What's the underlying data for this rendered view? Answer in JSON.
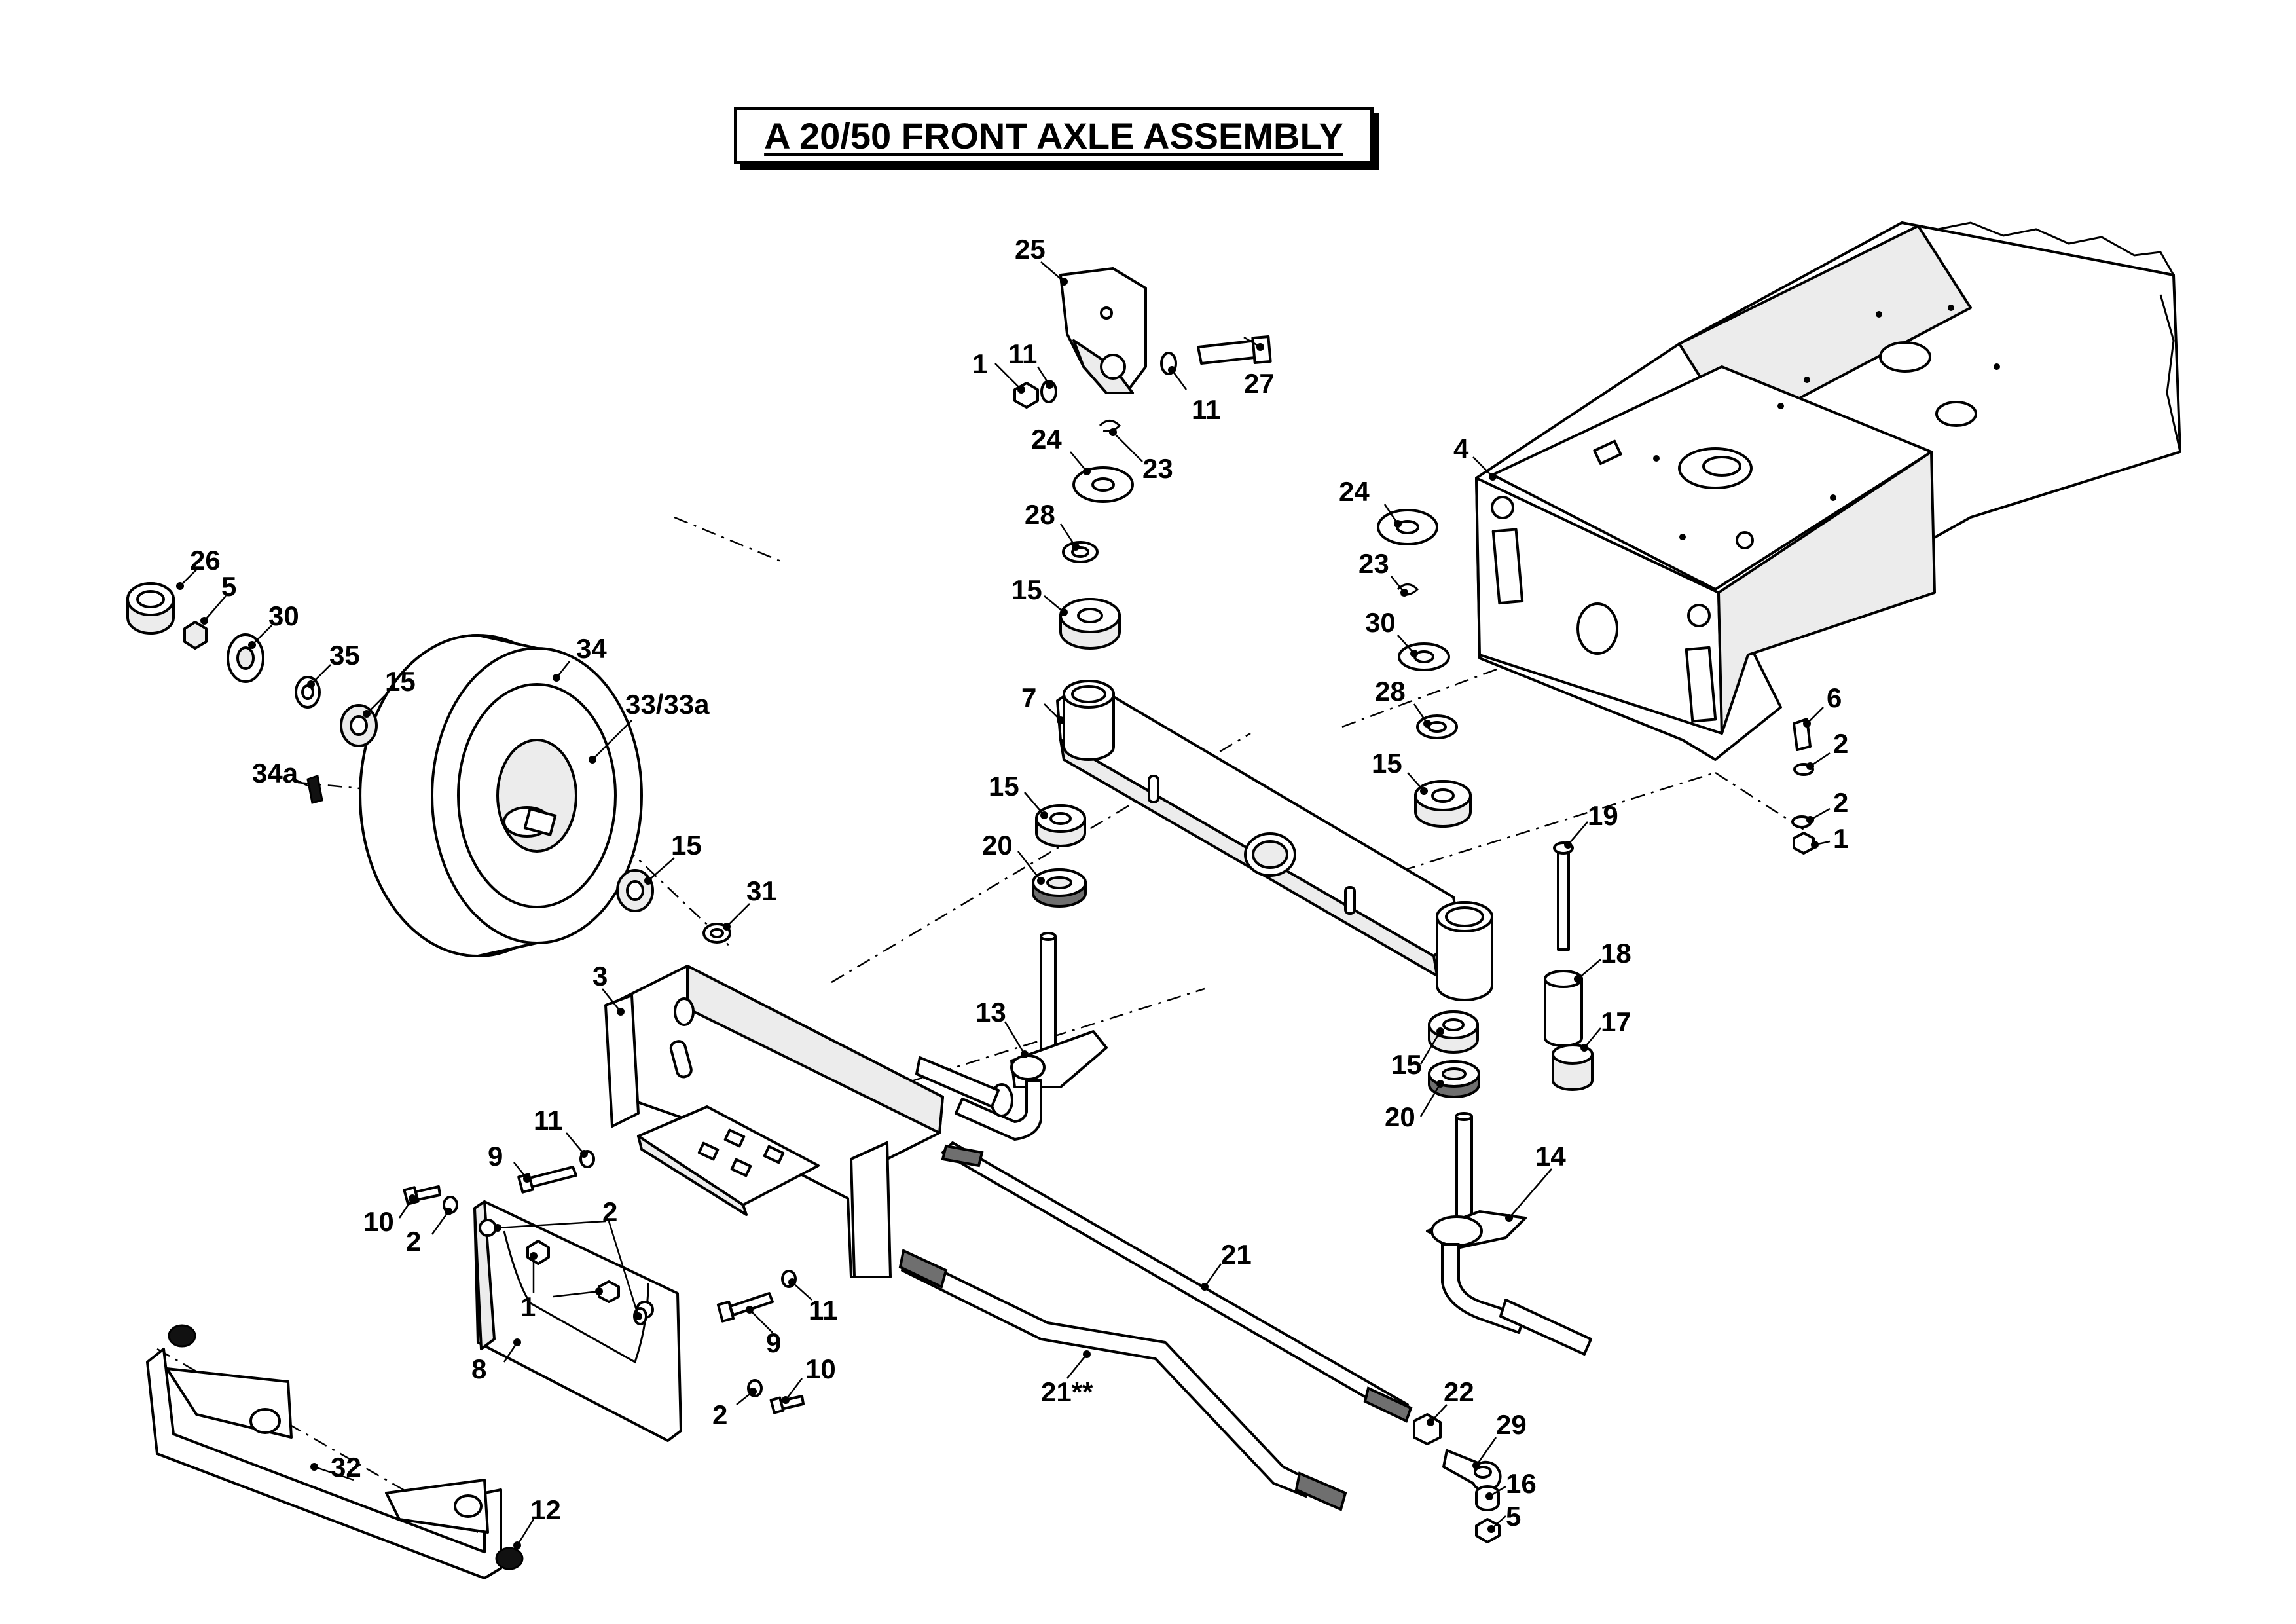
{
  "title": "A 20/50 FRONT AXLE ASSEMBLY",
  "callouts": [
    {
      "id": "c-25",
      "label": "25"
    },
    {
      "id": "c-1-top",
      "label": "1"
    },
    {
      "id": "c-11-top-left",
      "label": "11"
    },
    {
      "id": "c-11-top-right",
      "label": "11"
    },
    {
      "id": "c-27",
      "label": "27"
    },
    {
      "id": "c-24-left",
      "label": "24"
    },
    {
      "id": "c-23-left",
      "label": "23"
    },
    {
      "id": "c-28-left",
      "label": "28"
    },
    {
      "id": "c-15-pivot-top",
      "label": "15"
    },
    {
      "id": "c-7",
      "label": "7"
    },
    {
      "id": "c-15-axle-left",
      "label": "15"
    },
    {
      "id": "c-20-left",
      "label": "20"
    },
    {
      "id": "c-13",
      "label": "13"
    },
    {
      "id": "c-15-axle-right",
      "label": "15"
    },
    {
      "id": "c-20-right",
      "label": "20"
    },
    {
      "id": "c-14",
      "label": "14"
    },
    {
      "id": "c-4",
      "label": "4"
    },
    {
      "id": "c-24-right",
      "label": "24"
    },
    {
      "id": "c-23-right",
      "label": "23"
    },
    {
      "id": "c-30-right",
      "label": "30"
    },
    {
      "id": "c-28-right",
      "label": "28"
    },
    {
      "id": "c-15-right",
      "label": "15"
    },
    {
      "id": "c-6",
      "label": "6"
    },
    {
      "id": "c-2-right-top",
      "label": "2"
    },
    {
      "id": "c-2-right-bottom",
      "label": "2"
    },
    {
      "id": "c-1-right",
      "label": "1"
    },
    {
      "id": "c-19",
      "label": "19"
    },
    {
      "id": "c-18",
      "label": "18"
    },
    {
      "id": "c-17",
      "label": "17"
    },
    {
      "id": "c-26",
      "label": "26"
    },
    {
      "id": "c-5-wheel",
      "label": "5"
    },
    {
      "id": "c-30-wheel",
      "label": "30"
    },
    {
      "id": "c-35",
      "label": "35"
    },
    {
      "id": "c-15-wheel-outer",
      "label": "15"
    },
    {
      "id": "c-34",
      "label": "34"
    },
    {
      "id": "c-33",
      "label": "33/33a"
    },
    {
      "id": "c-34a",
      "label": "34a"
    },
    {
      "id": "c-15-wheel-inner",
      "label": "15"
    },
    {
      "id": "c-31",
      "label": "31"
    },
    {
      "id": "c-3",
      "label": "3"
    },
    {
      "id": "c-11-bracket-left",
      "label": "11"
    },
    {
      "id": "c-9-left",
      "label": "9"
    },
    {
      "id": "c-10-left",
      "label": "10"
    },
    {
      "id": "c-2-left",
      "label": "2"
    },
    {
      "id": "c-2-plate",
      "label": "2"
    },
    {
      "id": "c-1-plate",
      "label": "1"
    },
    {
      "id": "c-8",
      "label": "8"
    },
    {
      "id": "c-9-right",
      "label": "9"
    },
    {
      "id": "c-11-bracket-right",
      "label": "11"
    },
    {
      "id": "c-2-lower",
      "label": "2"
    },
    {
      "id": "c-10-lower",
      "label": "10"
    },
    {
      "id": "c-21",
      "label": "21"
    },
    {
      "id": "c-21-alt",
      "label": "21**"
    },
    {
      "id": "c-22",
      "label": "22"
    },
    {
      "id": "c-29",
      "label": "29"
    },
    {
      "id": "c-16",
      "label": "16"
    },
    {
      "id": "c-5-tierod",
      "label": "5"
    },
    {
      "id": "c-32",
      "label": "32"
    },
    {
      "id": "c-12",
      "label": "12"
    }
  ]
}
